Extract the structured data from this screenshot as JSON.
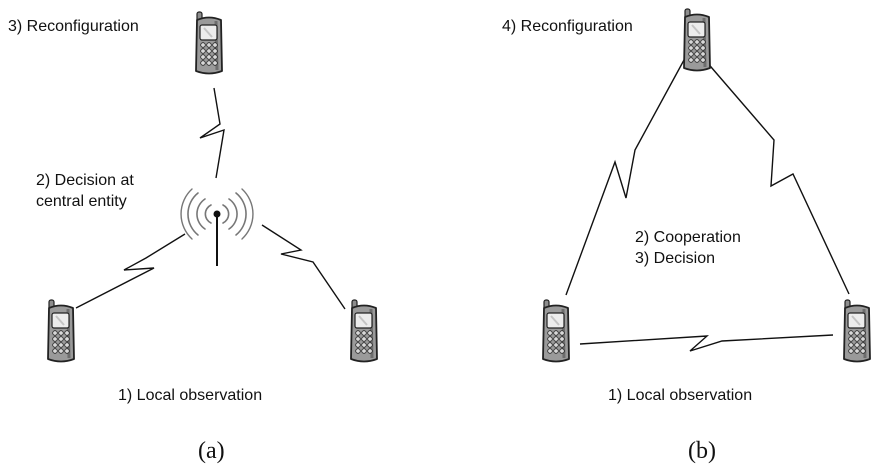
{
  "panel_a": {
    "reconfiguration": "3) Reconfiguration",
    "decision_line1": "2) Decision at",
    "decision_line2": "central entity",
    "observation": "1) Local observation",
    "caption": "(a)"
  },
  "panel_b": {
    "reconfiguration": "4) Reconfiguration",
    "cooperation": "2) Cooperation",
    "decision": "3) Decision",
    "observation": "1) Local observation",
    "caption": "(b)"
  },
  "icons": {
    "phone": "mobile-phone-icon",
    "base_station": "antenna-icon"
  },
  "colors": {
    "line": "#111111",
    "phone_body": "#9a9a9a",
    "phone_screen": "#ececec",
    "antenna_waves": "#777777"
  }
}
